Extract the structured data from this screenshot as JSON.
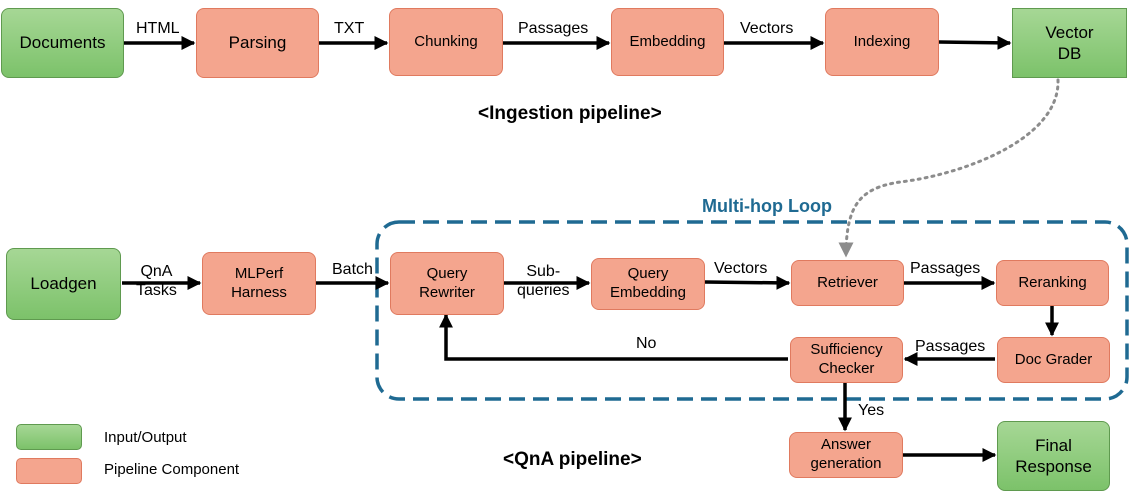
{
  "ingestion": {
    "title": "<Ingestion pipeline>",
    "nodes": {
      "documents": "Documents",
      "parsing": "Parsing",
      "chunking": "Chunking",
      "embedding": "Embedding",
      "indexing": "Indexing",
      "vector_db_line1": "Vector",
      "vector_db_line2": "DB"
    },
    "edges": {
      "html": "HTML",
      "txt": "TXT",
      "passages": "Passages",
      "vectors": "Vectors"
    }
  },
  "qna": {
    "title": "<QnA pipeline>",
    "loop_title": "Multi-hop Loop",
    "nodes": {
      "loadgen": "Loadgen",
      "mlperf_line1": "MLPerf",
      "mlperf_line2": "Harness",
      "query_rewriter_line1": "Query",
      "query_rewriter_line2": "Rewriter",
      "query_embedding_line1": "Query",
      "query_embedding_line2": "Embedding",
      "retriever": "Retriever",
      "reranking": "Reranking",
      "doc_grader": "Doc Grader",
      "sufficiency_line1": "Sufficiency",
      "sufficiency_line2": "Checker",
      "answer_line1": "Answer",
      "answer_line2": "generation",
      "final_line1": "Final",
      "final_line2": "Response"
    },
    "edges": {
      "qna_tasks_line1": "QnA",
      "qna_tasks_line2": "Tasks",
      "batch": "Batch",
      "subqueries_line1": "Sub-",
      "subqueries_line2": "queries",
      "vectors": "Vectors",
      "passages_top": "Passages",
      "passages_bottom": "Passages",
      "no": "No",
      "yes": "Yes"
    }
  },
  "legend": {
    "input_output": "Input/Output",
    "pipeline_component": "Pipeline Component"
  },
  "colors": {
    "io_fill": "#8ccb7a",
    "component_fill": "#f4a58e",
    "loop_border": "#1f6a92",
    "dotted_link": "#8c8c8c"
  }
}
